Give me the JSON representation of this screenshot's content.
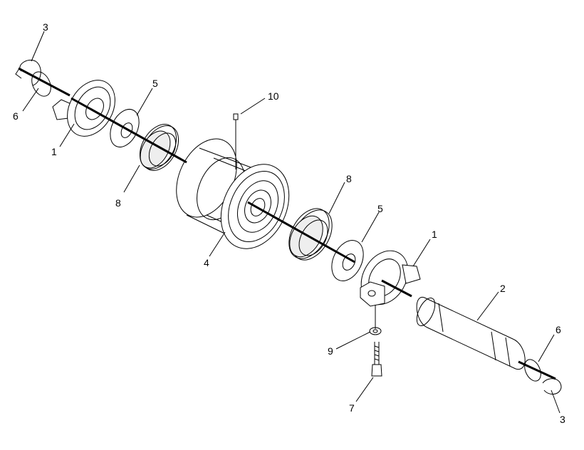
{
  "callouts": {
    "c3_top": "3",
    "c6_left": "6",
    "c1_left": "1",
    "c5_top": "5",
    "c10": "10",
    "c8_left": "8",
    "c4": "4",
    "c8_right": "8",
    "c5_right": "5",
    "c1_right": "1",
    "c2": "2",
    "c6_right": "6",
    "c9": "9",
    "c7": "7",
    "c3_bottom": "3"
  }
}
